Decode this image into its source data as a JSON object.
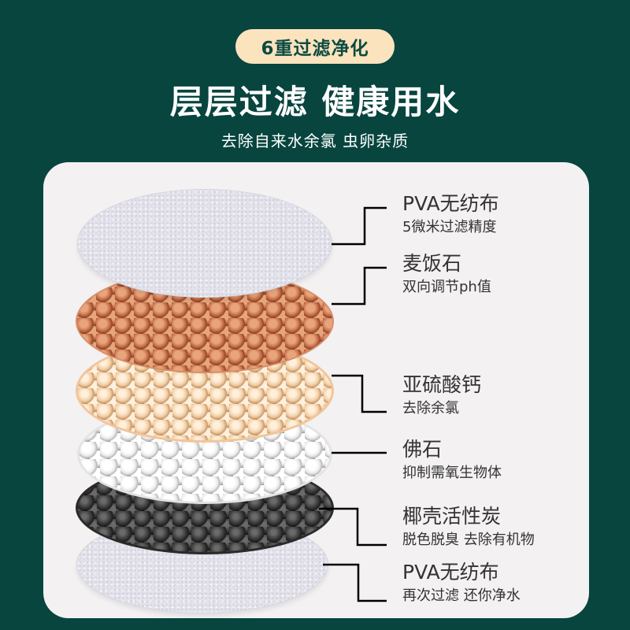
{
  "badge": {
    "text": "6重过滤净化"
  },
  "header": {
    "headline": "层层过滤 健康用水",
    "subline": "去除自来水余氯 虫卵杂质"
  },
  "colors": {
    "background": "#07453e",
    "badge_bg": "#fbe3bd",
    "badge_text": "#0b4a42",
    "panel": "#f3f1f2",
    "label_text": "#333333",
    "connector": "#000000"
  },
  "layers": [
    {
      "id": "pva-top",
      "material": "felt-white",
      "title": "PVA无纺布",
      "desc": "5微米过滤精度"
    },
    {
      "id": "maifan",
      "material": "beads-brown",
      "title": "麦饭石",
      "desc": "双向调节ph值"
    },
    {
      "id": "calcium-sulfite",
      "material": "beads-beige",
      "title": "亚硫酸钙",
      "desc": "去除余氯"
    },
    {
      "id": "zeolite",
      "material": "beads-white",
      "title": "佛石",
      "desc": "抑制需氧生物体"
    },
    {
      "id": "coconut-carbon",
      "material": "beads-black",
      "title": "椰壳活性炭",
      "desc": "脱色脱臭 去除有机物"
    },
    {
      "id": "pva-bottom",
      "material": "felt-white",
      "title": "PVA无纺布",
      "desc": "再次过滤 还你净水"
    }
  ]
}
